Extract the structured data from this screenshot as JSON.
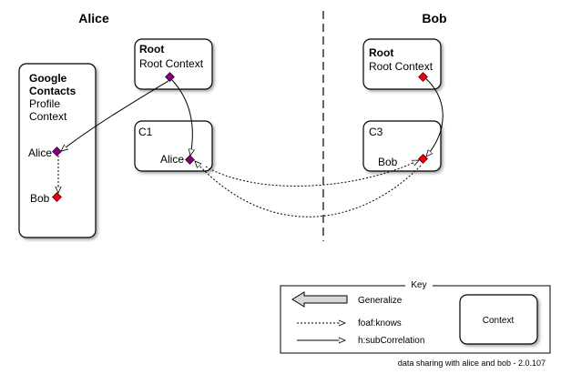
{
  "columns": {
    "left": "Alice",
    "right": "Bob"
  },
  "contexts": {
    "google": {
      "title1": "Google",
      "title2": "Contacts",
      "sub1": "Profile",
      "sub2": "Context",
      "nodes": {
        "alice": "Alice",
        "bob": "Bob"
      }
    },
    "alice_root": {
      "title": "Root",
      "sub": "Root Context"
    },
    "c1": {
      "title": "C1",
      "node": "Alice"
    },
    "bob_root": {
      "title": "Root",
      "sub": "Root Context"
    },
    "c3": {
      "title": "C3",
      "node": "Bob"
    }
  },
  "key": {
    "title": "Key",
    "generalize": "Generalize",
    "foaf": "foaf:knows",
    "subcorr": "h:subCorrelation",
    "context": "Context"
  },
  "footer": "data sharing with alice and bob - 2.0.107",
  "colors": {
    "purple": "#800080",
    "red": "#e8000b"
  }
}
